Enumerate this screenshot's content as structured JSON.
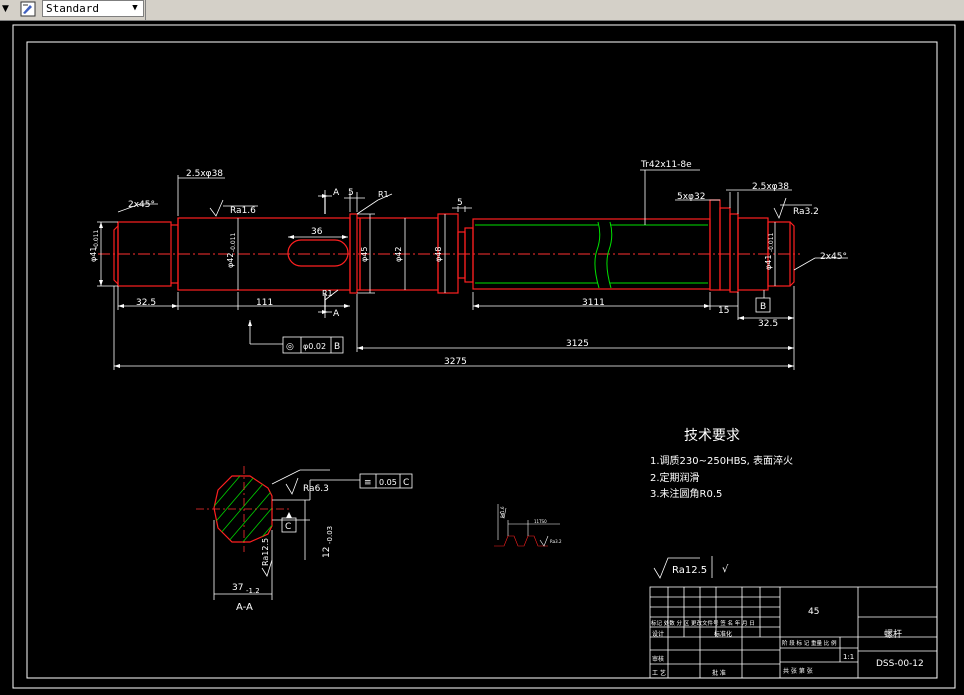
{
  "toolbar": {
    "style_value": "Standard",
    "dropdown_icon": "chevron-down-icon",
    "style_icon": "text-style-icon"
  },
  "drawing": {
    "dims": {
      "chamfer_left": "2x45°",
      "chamfer_right": "2x45°",
      "groove_left": "2.5xφ38",
      "groove_right": "2.5xφ38",
      "thread": "Tr42x11-8e",
      "groove_mid": "5xφ32",
      "section_a_top": "A",
      "section_a_bottom": "A",
      "five_a": "5",
      "five_b": "5",
      "r1_top": "R1",
      "r1_bottom": "R1",
      "d41_left": "φ41",
      "d42": "φ42",
      "d45": "φ45",
      "d42b": "φ42",
      "d48": "φ48",
      "d41_right": "φ41",
      "tol_small": "-0.011",
      "keyway_len": "36",
      "len_325_left": "32.5",
      "len_111": "111",
      "len_3111": "3111",
      "len_15": "15",
      "len_325_right": "32.5",
      "len_3125": "3125",
      "len_3275": "3275",
      "datum_b": "B",
      "fcf_symbol": "◎",
      "fcf_value": "φ0.02",
      "fcf_datum": "B",
      "ra_16": "Ra1.6",
      "ra_32": "Ra3.2"
    },
    "section": {
      "ra_63": "Ra6.3",
      "flat_symbol": "≡",
      "flat_value": "0.05",
      "flat_datum": "C",
      "datum_c": "C",
      "ra_125": "Ra12.5",
      "depth": "12",
      "depth_tol": "-0.03",
      "width": "37",
      "width_tol": "-1.2",
      "label": "A-A"
    },
    "tech": {
      "title": "技术要求",
      "items": [
        "1.调质230~250HBS, 表面淬火",
        "2.定期润滑",
        "3.未注圆角R0.5"
      ]
    },
    "surface_note": {
      "ra": "Ra12.5",
      "rest": "√"
    },
    "detail": {
      "ra_a": "Ra1.6",
      "ra_b": "Ra3.2",
      "thread": "11TS0"
    },
    "title_block": {
      "material": "45",
      "part_name": "螺杆",
      "drawing_no": "DSS-00-12",
      "scale": "1:1",
      "header_row": "标记 处数 分 区 更改文件号 签 名 年 月 日",
      "design": "设计",
      "standardization": "标准化",
      "review": "审核",
      "process": "工 艺",
      "approve": "批 准",
      "stage_labels": "阶 段 标 记 重量 比 例",
      "sheet_labels": "共   张   第   张"
    }
  },
  "colors": {
    "background": "#000000",
    "part_outline": "#ff0000",
    "dimension": "#ffffff",
    "thread": "#00ff00",
    "centerline": "#ff0000"
  }
}
